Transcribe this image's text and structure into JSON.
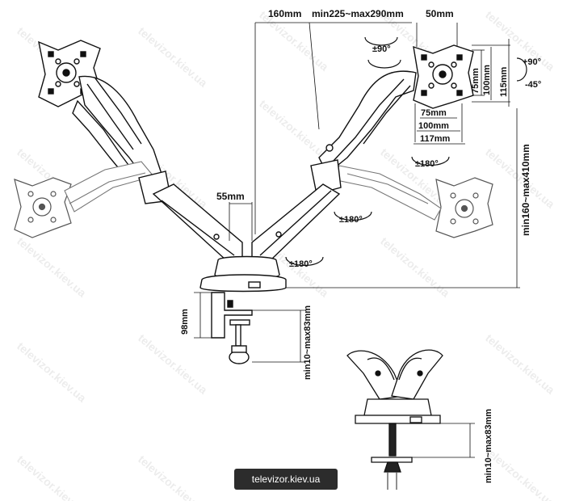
{
  "dimensions": {
    "offset_left": "160mm",
    "arm_reach": "min225~max290mm",
    "offset_right": "50mm",
    "vesa_75_vertical": "75mm",
    "vesa_100_vertical": "100mm",
    "vesa_115_vertical": "115mm",
    "vesa_75_horizontal": "75mm",
    "vesa_100_horizontal": "100mm",
    "vesa_117_horizontal": "117mm",
    "pole_width": "55mm",
    "height_range": "min160~max410mm",
    "clamp_height": "98mm",
    "desk_thickness": "min10~max83mm",
    "desk_thickness_detail": "min10~max83mm"
  },
  "rotations": {
    "rot_left_head": "±90°",
    "tilt_up": "+90°",
    "tilt_down": "-45°",
    "rot_mid_right": "±180°",
    "rot_elbow": "±180°",
    "rot_base": "±180°"
  },
  "watermark": "televizor.kiev.ua",
  "footer_label": "televizor.kiev.ua"
}
